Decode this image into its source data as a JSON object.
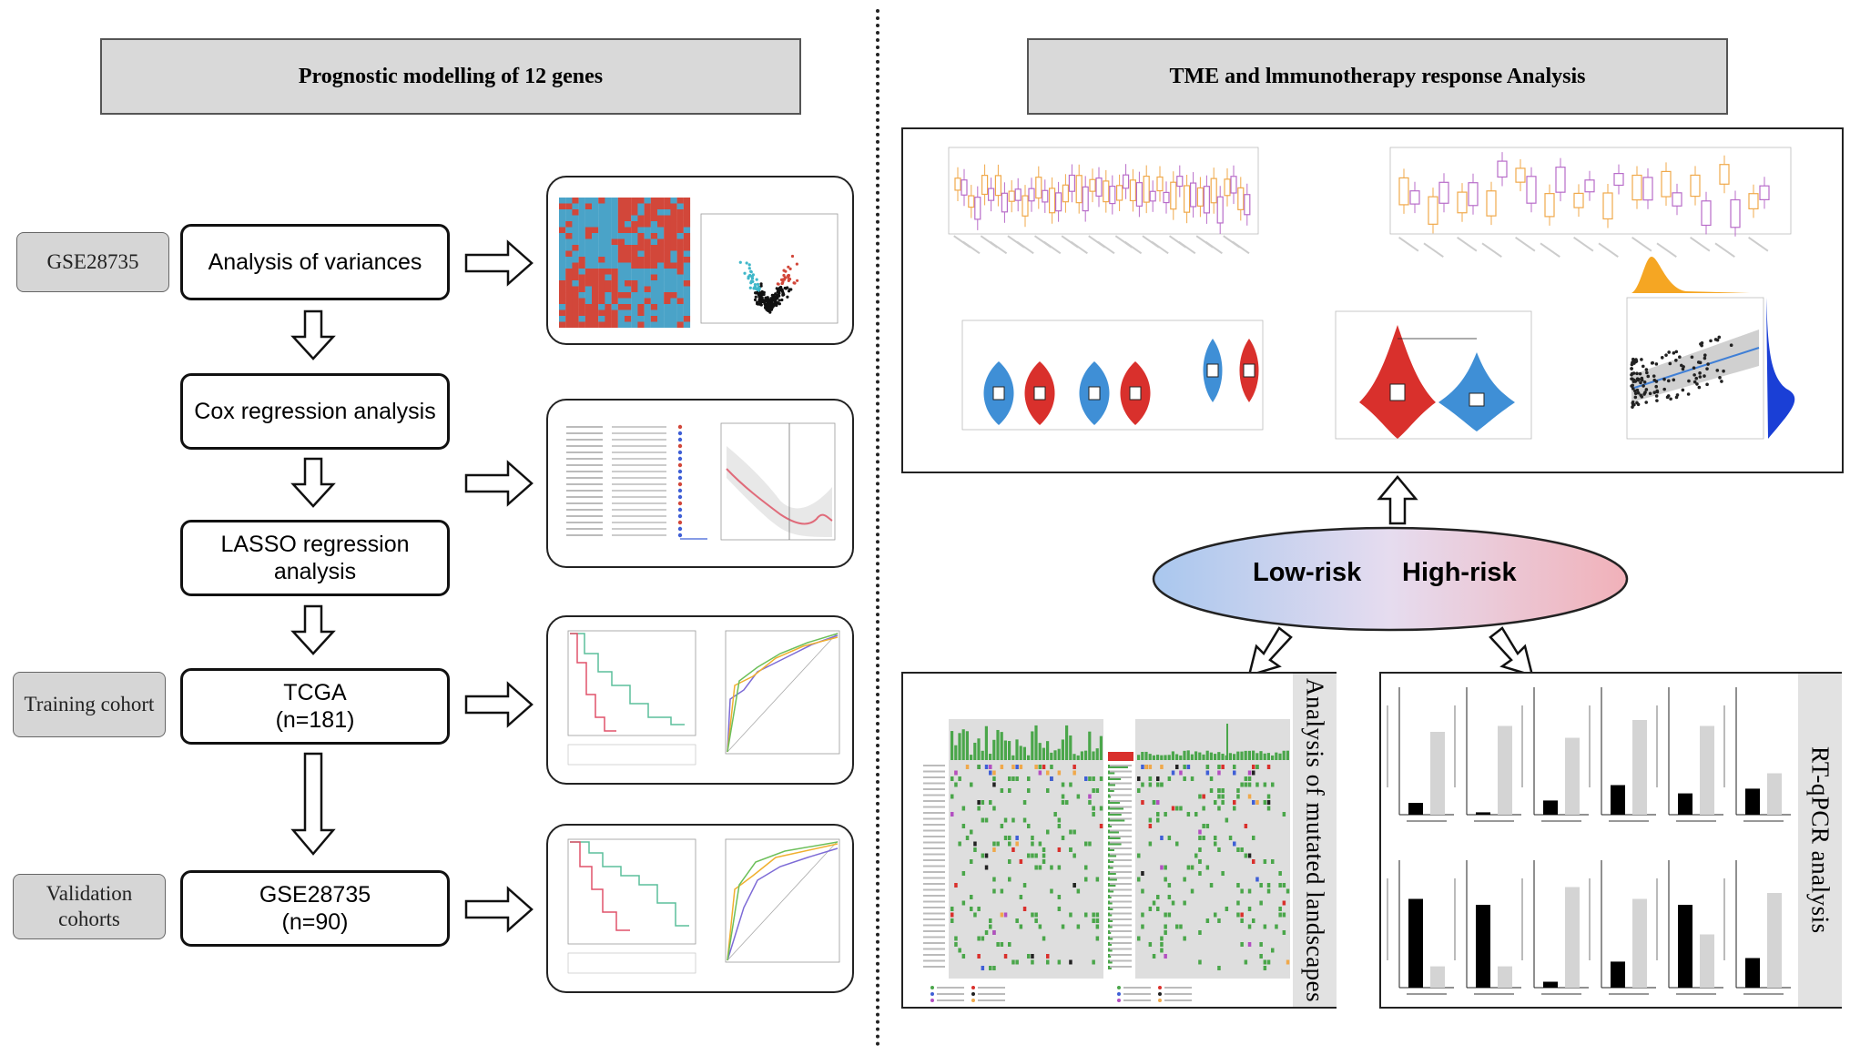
{
  "left": {
    "title": "Prognostic modelling of 12 genes",
    "tags": [
      "GSE28735",
      "Training cohort",
      "Validation cohorts"
    ],
    "steps": [
      "Analysis of variances",
      "Cox regression analysis",
      "LASSO regression analysis",
      "TCGA (n=181)",
      "GSE28735 (n=90)"
    ],
    "thumbnails": [
      "heatmap-and-volcano-plot",
      "coefficient-forest-and-lasso-curve",
      "survival-and-roc-training",
      "survival-and-roc-validation"
    ]
  },
  "right": {
    "title": "TME and lmmunotherapy response Analysis",
    "risk_low": "Low-risk",
    "risk_high": "High-risk",
    "mutated_label": "Analysis of mutated landscapes",
    "rtqpcr_label": "RT-qPCR analysis"
  },
  "colors": {
    "header_fill": "#d9d9d9",
    "heatmap_blue": "#4aa3c8",
    "heatmap_red": "#d2473a",
    "low_risk": "#3f8fd6",
    "high_risk": "#d9302c",
    "boxplot_orange": "#f0a94b",
    "boxplot_purple": "#b86cc9",
    "mutation_green": "#4aa64a"
  }
}
